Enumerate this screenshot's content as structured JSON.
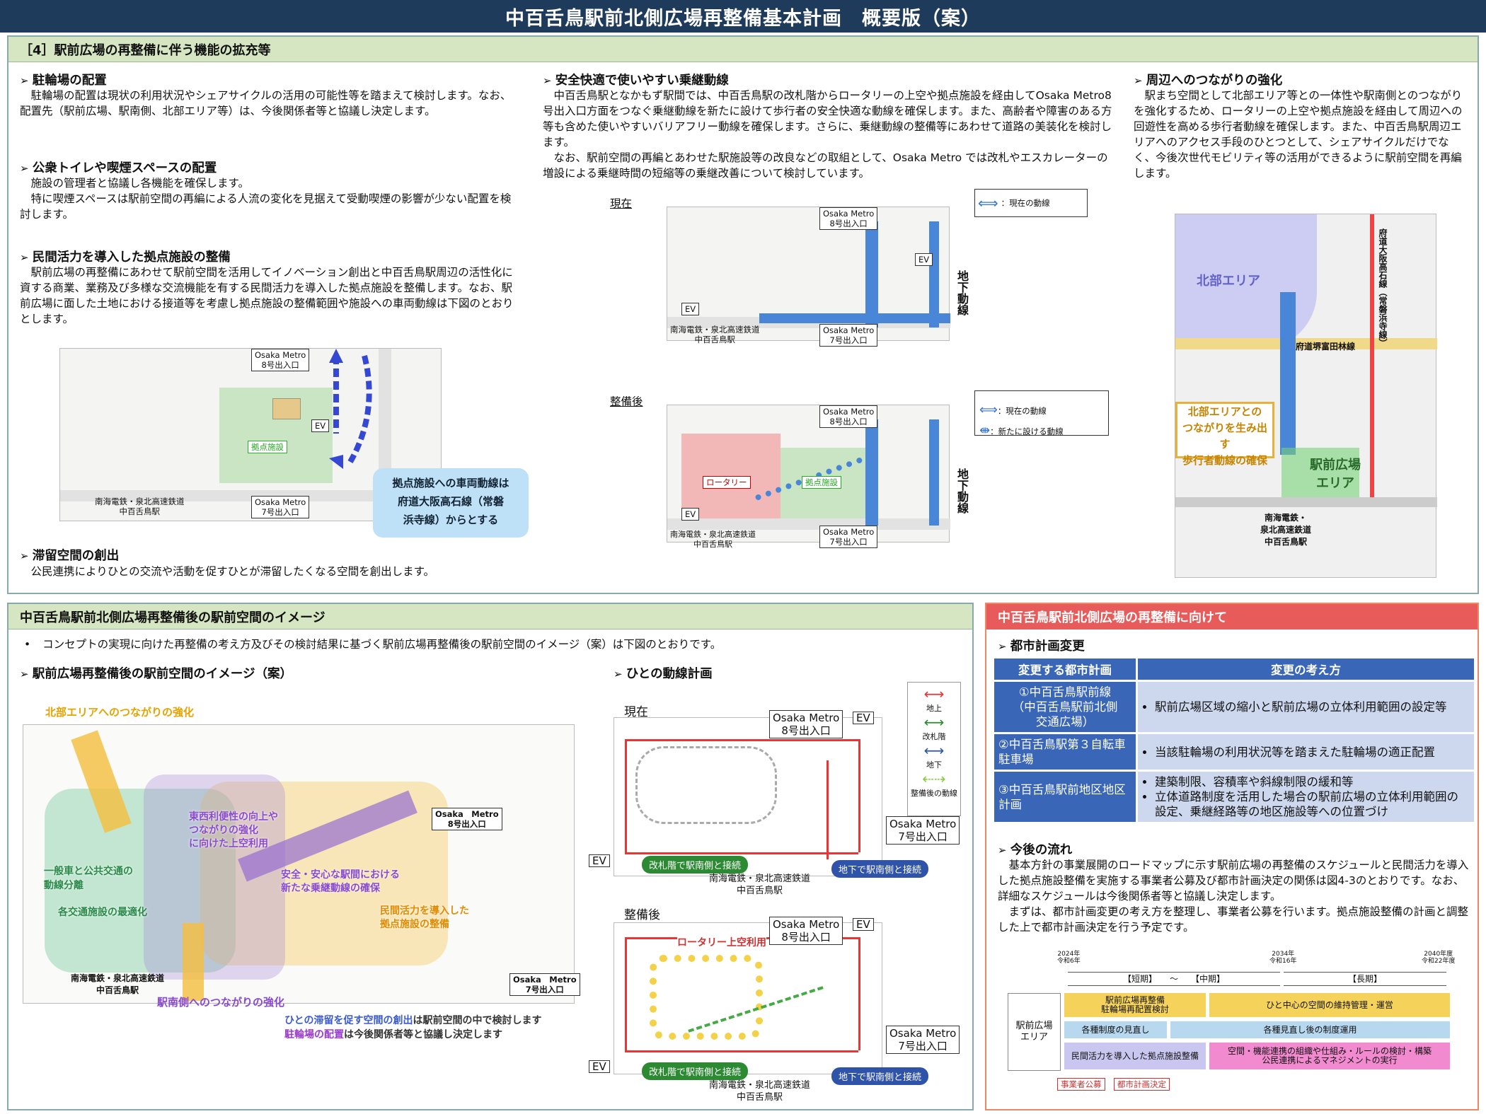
{
  "title": "中百舌鳥駅前北側広場再整備基本計画　概要版（案）",
  "section4": {
    "heading": "［4］駅前広場の再整備に伴う機能の拡充等",
    "left": {
      "s1_title": "駐輪場の配置",
      "s1_text": "　駐輪場の配置は現状の利用状況やシェアサイクルの活用の可能性等を踏まえて検討します。なお、配置先（駅前広場、駅南側、北部エリア等）は、今後関係者等と協議し決定します。",
      "s2_title": "公衆トイレや喫煙スペースの配置",
      "s2_text": "　施設の管理者と協議し各機能を確保します。\n　特に喫煙スペースは駅前空間の再編による人流の変化を見据えて受動喫煙の影響が少ない配置を検討します。",
      "s3_title": "民間活力を導入した拠点施設の整備",
      "s3_text": "　駅前広場の再整備にあわせて駅前空間を活用してイノベーション創出と中百舌鳥駅周辺の活性化に資する商業、業務及び多様な交流機能を有する民間活力を導入した拠点施設を整備します。なお、駅前広場に面した土地における接道等を考慮し拠点施設の整備範囲や施設への車両動線は下図のとおりとします。",
      "map_labels": {
        "metro8": "Osaka Metro\n8号出入口",
        "metro7": "Osaka Metro\n7号出入口",
        "ev": "EV",
        "facility": "拠点施設",
        "station": "南海電鉄・泉北高速鉄道\n中百舌鳥駅",
        "callout": "拠点施設への車両動線は\n府道大阪高石線（常磐\n浜寺線）からとする"
      },
      "s4_title": "滞留空間の創出",
      "s4_text": "　公民連携によりひとの交流や活動を促すひとが滞留したくなる空間を創出します。"
    },
    "middle": {
      "title": "安全快適で使いやすい乗継動線",
      "text": "　中百舌鳥駅となかもず駅間では、中百舌鳥駅の改札階からロータリーの上空や拠点施設を経由してOsaka Metro8号出入口方面をつなぐ乗継動線を新たに設けて歩行者の安全快適な動線を確保します。また、高齢者や障害のある方等も含めた使いやすいバリアフリー動線を確保します。さらに、乗継動線の整備等にあわせて道路の美装化を検討します。\n　なお、駅前空間の再編とあわせた駅施設等の改良などの取組として、Osaka Metro では改札やエスカレーターの増設による乗継時間の短縮等の乗継改善について検討しています。",
      "label_now": "現在",
      "label_after": "整備後",
      "legend_now": "：現在の動線",
      "legend_new": "：新たに設ける動線",
      "metro8": "Osaka Metro\n8号出入口",
      "metro7": "Osaka Metro\n7号出入口",
      "ev": "EV",
      "underground": "地下動線",
      "station": "南海電鉄・泉北高速鉄道\n中百舌鳥駅",
      "rotary": "ロータリー",
      "facility": "拠点施設"
    },
    "right": {
      "title": "周辺へのつながりの強化",
      "text": "　駅まち空間として北部エリア等との一体性や駅南側とのつながりを強化するため、ロータリーの上空や拠点施設を経由して周辺への回遊性を高める歩行者動線を確保します。また、中百舌鳥駅周辺エリアへのアクセス手段のひとつとして、シェアサイクルだけでなく、今後次世代モビリティ等の活用ができるように駅前空間を再編します。",
      "north_area": "北部エリア",
      "route_name": "府道堺富田林線",
      "route2": "府道大阪高石線（常磐浜寺線）",
      "callout": "北部エリアとの\nつながりを生み出す\n歩行者動線の確保",
      "station_area": "駅前広場\nエリア",
      "station": "南海電鉄・\n泉北高速鉄道\n中百舌鳥駅"
    }
  },
  "image_panel": {
    "heading": "中百舌鳥駅前北側広場再整備後の駅前空間のイメージ",
    "bullet": "コンセプトの実現に向けた再整備の考え方及びその検討結果に基づく駅前広場再整備後の駅前空間のイメージ（案）は下図のとおりです。",
    "image_title": "駅前広場再整備後の駅前空間のイメージ（案）",
    "labels": {
      "north": "北部エリアへのつながりの強化",
      "east_west": "東西利便性の向上や\nつながりの強化\nに向けた上空利用",
      "separation": "一般車と公共交通の\n動線分離",
      "facility_opt": "各交通施設の最適化",
      "safe": "安全・安心な駅間における\n新たな乗継動線の確保",
      "private": "民間活力を導入した\n拠点施設の整備",
      "south": "駅南側へのつながりの強化",
      "station": "南海電鉄・泉北高速鉄道\n中百舌鳥駅",
      "metro8": "Osaka　Metro\n8号出入口",
      "metro7": "Osaka　Metro\n7号出入口",
      "note1_a": "ひとの滞留を促す空間の創出",
      "note1_b": "は駅前空間の中で検討します",
      "note2_a": "駐輪場の配置",
      "note2_b": "は今後関係者等と協議し決定します"
    },
    "flow_title": "ひとの動線計画",
    "flow": {
      "now": "現在",
      "after": "整備後",
      "metro8": "Osaka Metro\n8号出入口",
      "metro7": "Osaka Metro\n7号出入口",
      "ev": "EV",
      "btn_kaisatsu": "改札階で駅南側と接続",
      "btn_underground": "地下で駅南側と接続",
      "station": "南海電鉄・泉北高速鉄道\n中百舌鳥駅",
      "rotary_air": "ロータリー上空利用",
      "legend": [
        "地上",
        "改札階",
        "地下",
        "整備後の動線"
      ]
    }
  },
  "future_panel": {
    "heading": "中百舌鳥駅前北側広場の再整備に向けて",
    "plan_title": "都市計画変更",
    "table_headers": [
      "変更する都市計画",
      "変更の考え方"
    ],
    "rows": [
      {
        "name": "①中百舌鳥駅前線\n（中百舌鳥駅前北側\n交通広場）",
        "items": [
          "駅前広場区域の縮小と駅前広場の立体利用範囲の設定等"
        ]
      },
      {
        "name": "②中百舌鳥駅第３自転車駐車場",
        "items": [
          "当該駐輪場の利用状況等を踏まえた駐輪場の適正配置"
        ]
      },
      {
        "name": "③中百舌鳥駅前地区地区計画",
        "items": [
          "建築制限、容積率や斜線制限の緩和等",
          "立体道路制度を活用した場合の駅前広場の立体利用範囲の設定、乗継経路等の地区施設等への位置づけ"
        ]
      }
    ],
    "flow_title": "今後の流れ",
    "flow_text": "　基本方針の事業展開のロードマップに示す駅前広場の再整備のスケジュールと民間活力を導入した拠点施設整備を実施する事業者公募及び都市計画決定の関係は図4-3のとおりです。なお、詳細なスケジュールは今後関係者等と協議し決定します。\n　まずは、都市計画変更の考え方を整理し、事業者公募を行います。拠点施設整備の計画と調整した上で都市計画決定を行う予定です。",
    "gantt": {
      "y1": "2024年\n令和6年",
      "y2": "2034年\n令和16年",
      "y3": "2040年度\n令和22年度",
      "short": "【短期】　　～　　【中期】",
      "long": "【長期】",
      "area": "駅前広場\nエリア",
      "r1a": "駅前広場再整備\n駐輪場再配置検討",
      "r1b": "ひと中心の空間の維持管理・運営",
      "r2a": "各種制度の見直し",
      "r2b": "各種見直し後の制度運用",
      "r3a": "民間活力を導入した拠点施設整備",
      "r3b": "空間・機能連携の組織や仕組み・ルールの検討・構築\n公民連携によるマネジメントの実行",
      "m1": "事業者公募",
      "m2": "都市計画決定"
    }
  }
}
